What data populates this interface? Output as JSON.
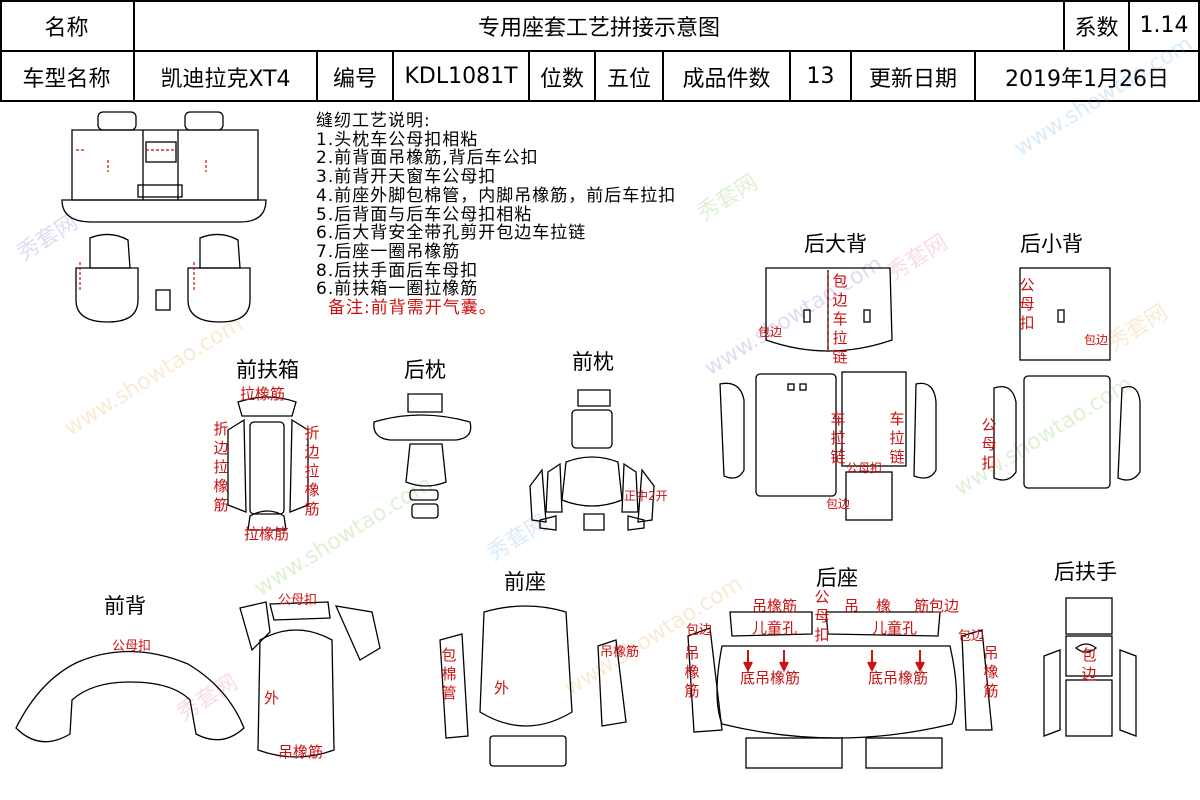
{
  "header": {
    "name_label": "名称",
    "title": "专用座套工艺拼接示意图",
    "coef_label": "系数",
    "coef_value": "1.14",
    "model_label": "车型名称",
    "model_value": "凯迪拉克XT4",
    "code_label": "编号",
    "code_value": "KDL1081T",
    "seats_label": "位数",
    "seats_value": "五位",
    "pieces_label": "成品件数",
    "pieces_value": "13",
    "date_label": "更新日期",
    "date_value": "2019年1月26日"
  },
  "notes": {
    "heading": "缝纫工艺说明:",
    "items": [
      "1.头枕车公母扣相粘",
      "2.前背面吊橡筋,背后车公扣",
      "3.前背开天窗车公母扣",
      "4.前座外脚包棉管，内脚吊橡筋，前后车拉扣",
      "5.后背面与后车公母扣相粘",
      "6.后大背安全带孔剪开包边车拉链",
      "7.后座一圈吊橡筋",
      "8.后扶手面后车母扣",
      "6.前扶箱一圈拉橡筋"
    ],
    "remark": "备注:前背需开气囊。"
  },
  "panels": {
    "front_armrest_box": "前扶箱",
    "rear_headrest": "后枕",
    "front_headrest": "前枕",
    "rear_big_back": "后大背",
    "rear_small_back": "后小背",
    "front_back": "前背",
    "front_seat": "前座",
    "rear_seat": "后座",
    "rear_armrest": "后扶手"
  },
  "labels": {
    "la_jin": "拉橡筋",
    "zhe_bian_la_jin": "折边拉橡筋",
    "gong_mu_kou": "公母扣",
    "wai": "外",
    "diao_xiang_jin": "吊橡筋",
    "bao_mian_guan": "包棉管",
    "bao_bian": "包边",
    "bao_bian_che_la_lian": "包边车拉链",
    "che_la_lian": "车拉链",
    "gong_mu_kou_v": "公母扣",
    "zheng_2_kai": "正中2开",
    "er_tong_kong": "儿童孔",
    "di_diao_xiang_jin": "底吊橡筋",
    "diao": "吊",
    "xiang": "橡",
    "jin_bao_bian": "筋包边",
    "diao_xiang_jin_short": "吊橡筋",
    "gong_mu_kou_rear": "公母扣"
  },
  "watermark": {
    "brand_cn": "秀套网",
    "brand_url": "www.showtao.com"
  },
  "colors": {
    "accent_red": "#cc1111",
    "line": "#000000"
  }
}
